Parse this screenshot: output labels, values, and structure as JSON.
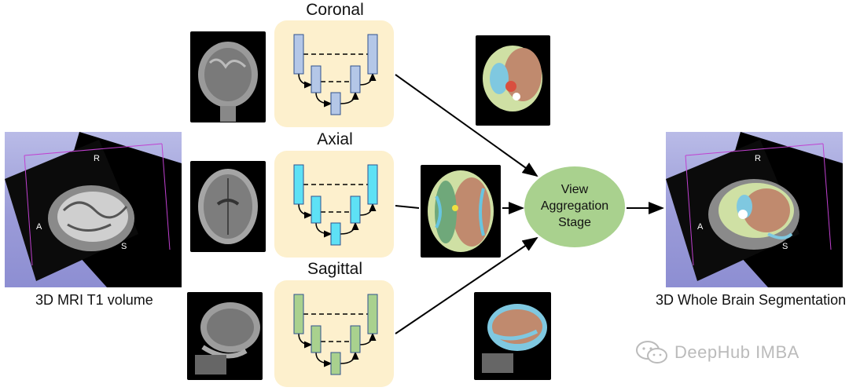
{
  "input_volume": {
    "caption": "3D MRI T1 volume",
    "orientation_labels": [
      "R",
      "A",
      "S"
    ]
  },
  "views": [
    {
      "name": "Coronal",
      "unet_color": "#b4c7e7"
    },
    {
      "name": "Axial",
      "unet_color": "#5ee1f5"
    },
    {
      "name": "Sagittal",
      "unet_color": "#a9d18e"
    }
  ],
  "aggregation": {
    "label": "View\nAggregation\nStage",
    "color": "#a9d18e"
  },
  "output_volume": {
    "caption": "3D Whole Brain Segmentation",
    "orientation_labels": [
      "R",
      "A",
      "S"
    ]
  },
  "unet_box_color": "#fdf0cd",
  "watermark": {
    "text": "DeepHub IMBA"
  }
}
